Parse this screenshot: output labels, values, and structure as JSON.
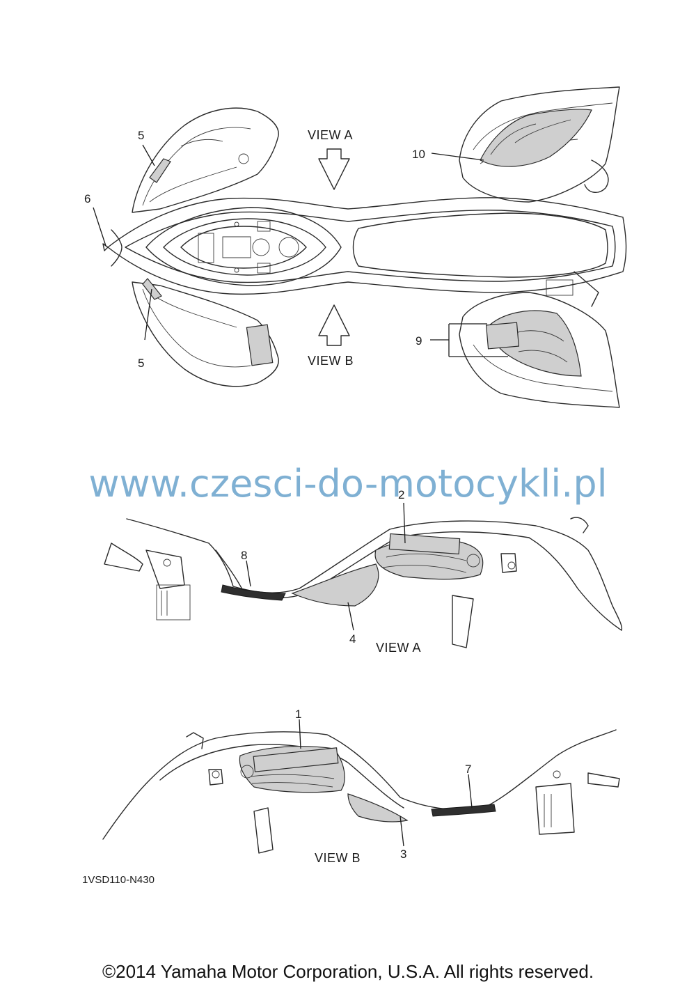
{
  "callouts": {
    "c1": "1",
    "c2": "2",
    "c3": "3",
    "c4": "4",
    "c5a": "5",
    "c5b": "5",
    "c6": "6",
    "c7": "7",
    "c8": "8",
    "c9": "9",
    "c10": "10"
  },
  "views": {
    "top_a": "VIEW A",
    "top_b": "VIEW B",
    "side_a": "VIEW A",
    "side_b": "VIEW B"
  },
  "watermark": "www.czesci-do-motocykli.pl",
  "drawing_number": "1VSD110-N430",
  "copyright": "©2014 Yamaha Motor Corporation, U.S.A. All rights reserved.",
  "colors": {
    "line": "#2a2a2a",
    "watermark": "#7fb0d3",
    "decal_fill": "#cfcfcf"
  }
}
